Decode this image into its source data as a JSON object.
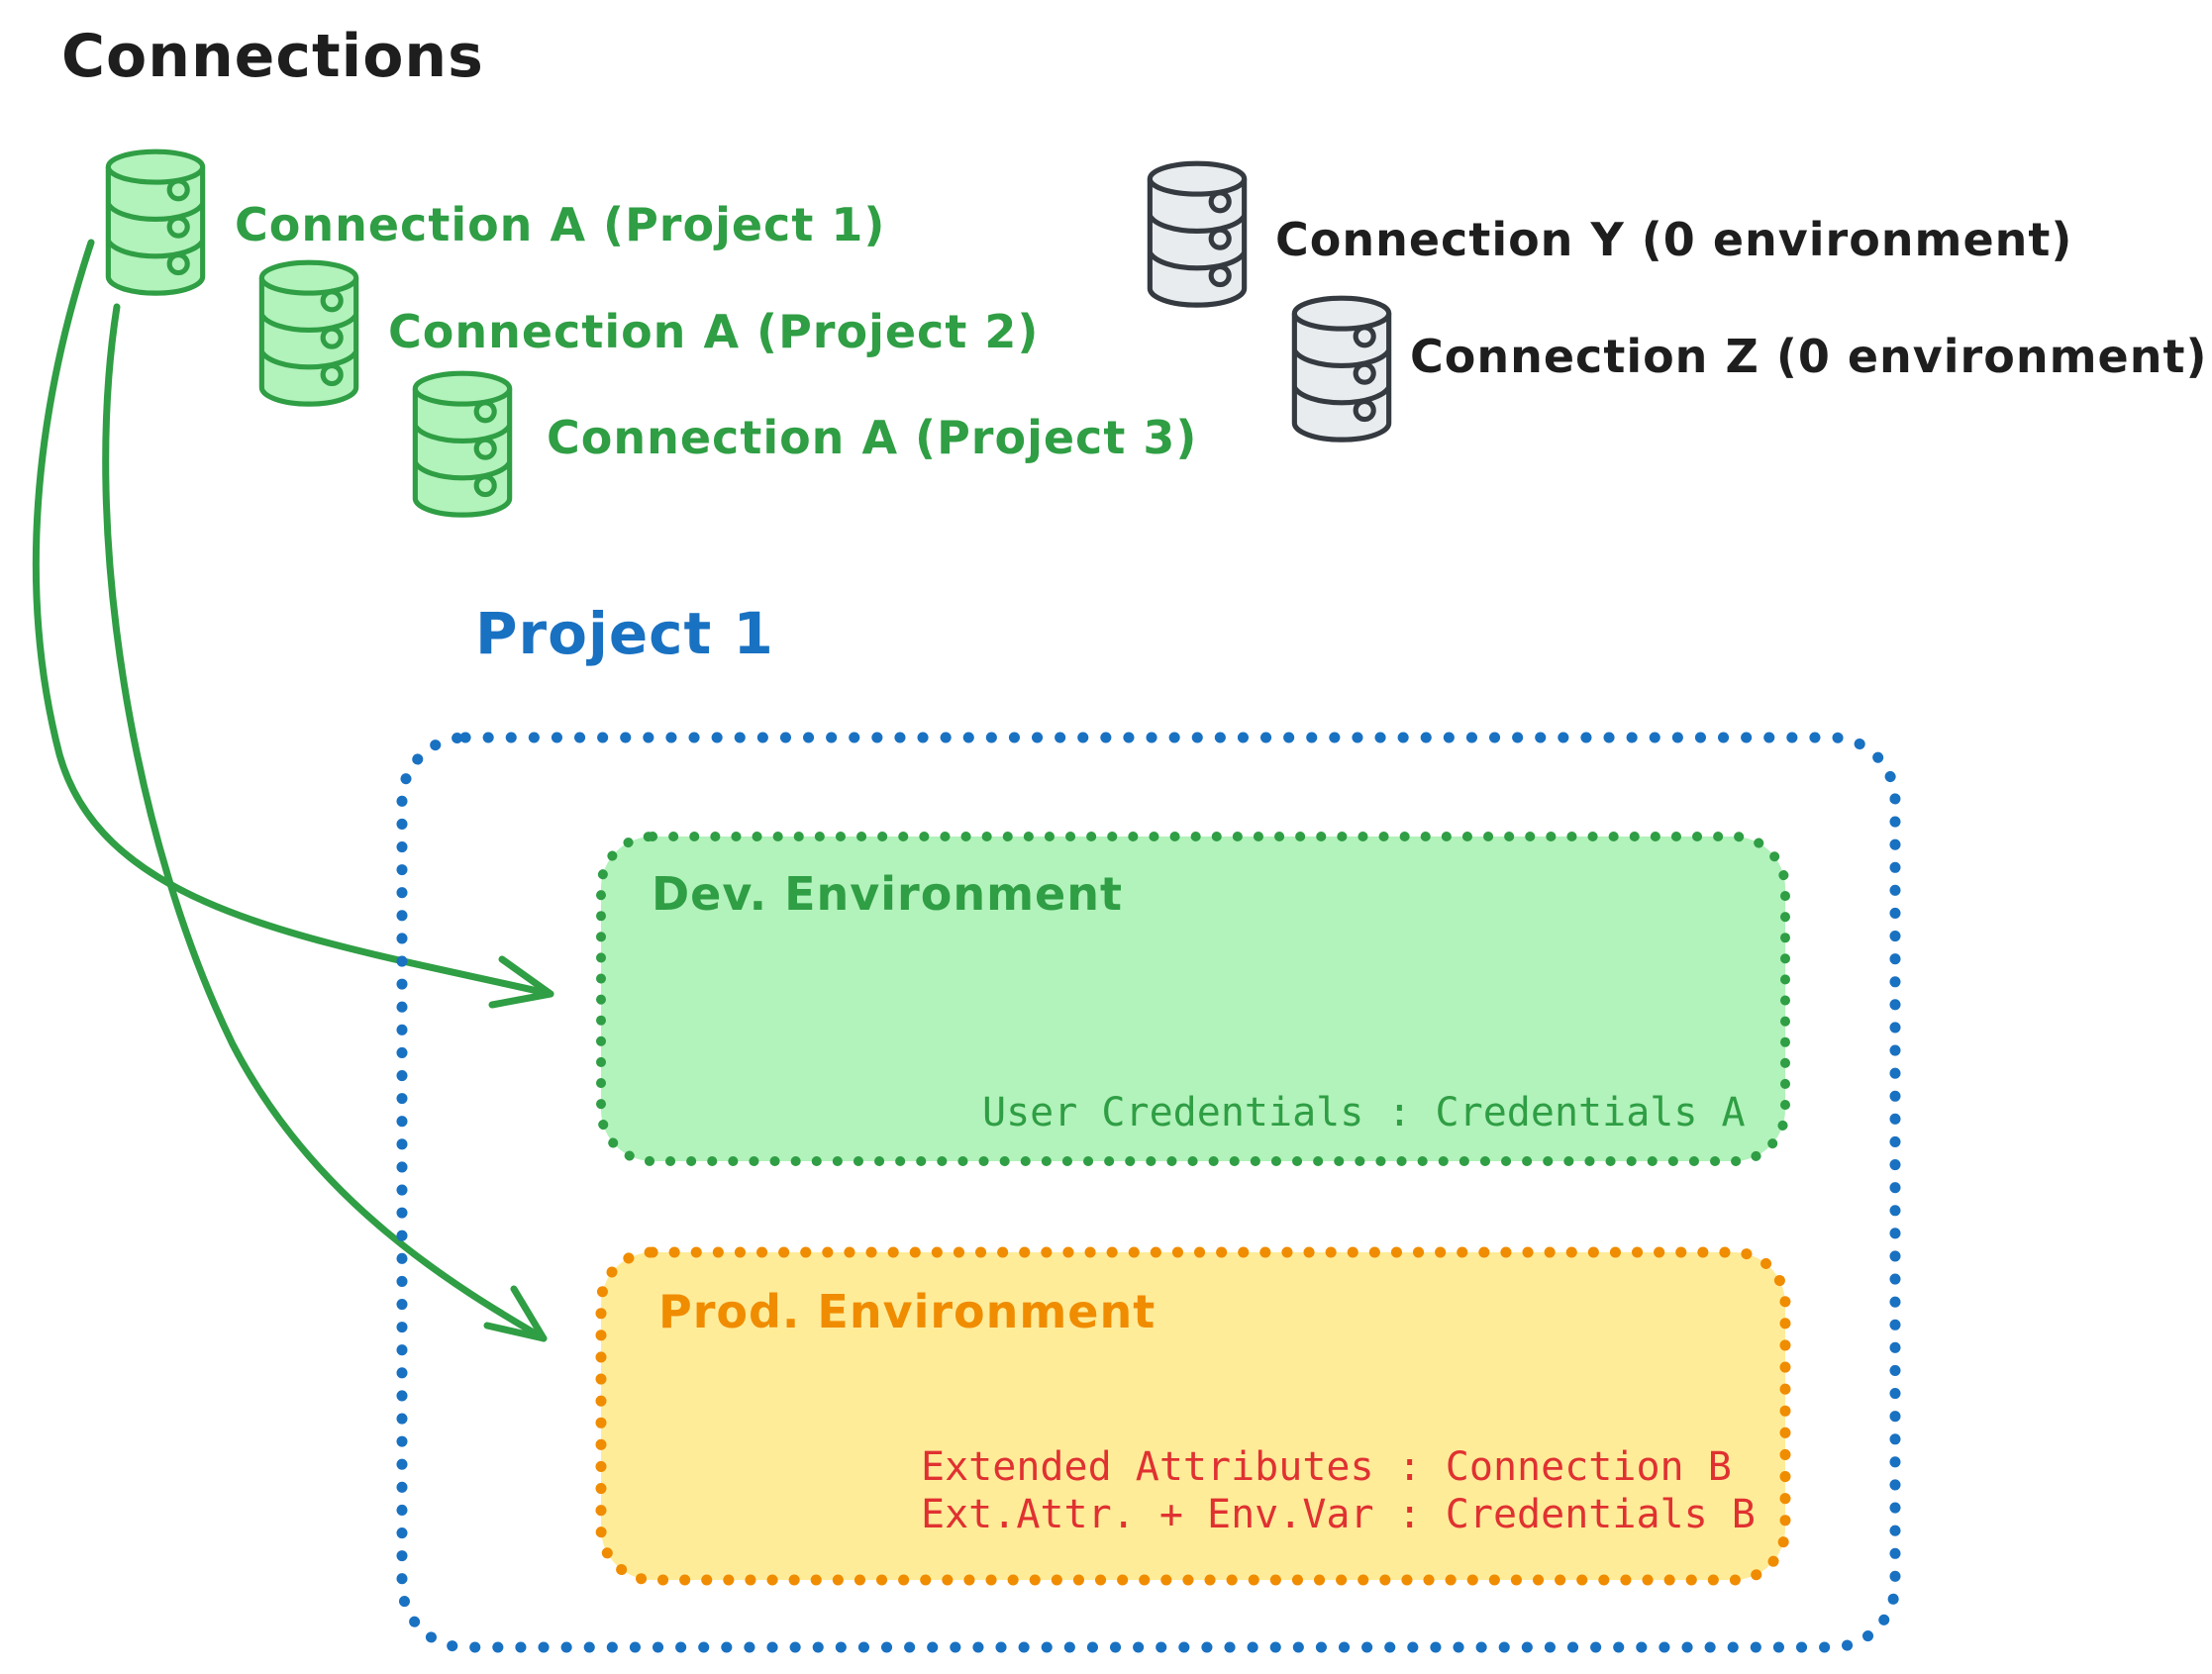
{
  "diagram_title": "Connections",
  "icons": {
    "connection": "database-icon"
  },
  "green_connections": [
    {
      "label": "Connection A (Project 1)"
    },
    {
      "label": "Connection A (Project 2)"
    },
    {
      "label": "Connection A (Project 3)"
    }
  ],
  "unassigned_connections": [
    {
      "label": "Connection Y (0 environment)"
    },
    {
      "label": "Connection Z (0 environment)"
    }
  ],
  "project": {
    "title": "Project 1",
    "environments": {
      "dev": {
        "name": "Dev. Environment",
        "mapping": "User Credentials : Credentials A"
      },
      "prod": {
        "name": "Prod. Environment",
        "mappings": [
          "Extended Attributes : Connection B",
          "Ext.Attr. + Env.Var : Credentials B"
        ]
      }
    }
  },
  "colors": {
    "green_stroke": "#2f9e44",
    "green_fill": "#b2f2bb",
    "gray_stroke": "#343a40",
    "gray_fill": "#e9ecef",
    "blue": "#1971c2",
    "orange_stroke": "#f08c00",
    "orange_fill": "#ffec99",
    "red": "#e03131",
    "text": "#1e1e1e"
  }
}
